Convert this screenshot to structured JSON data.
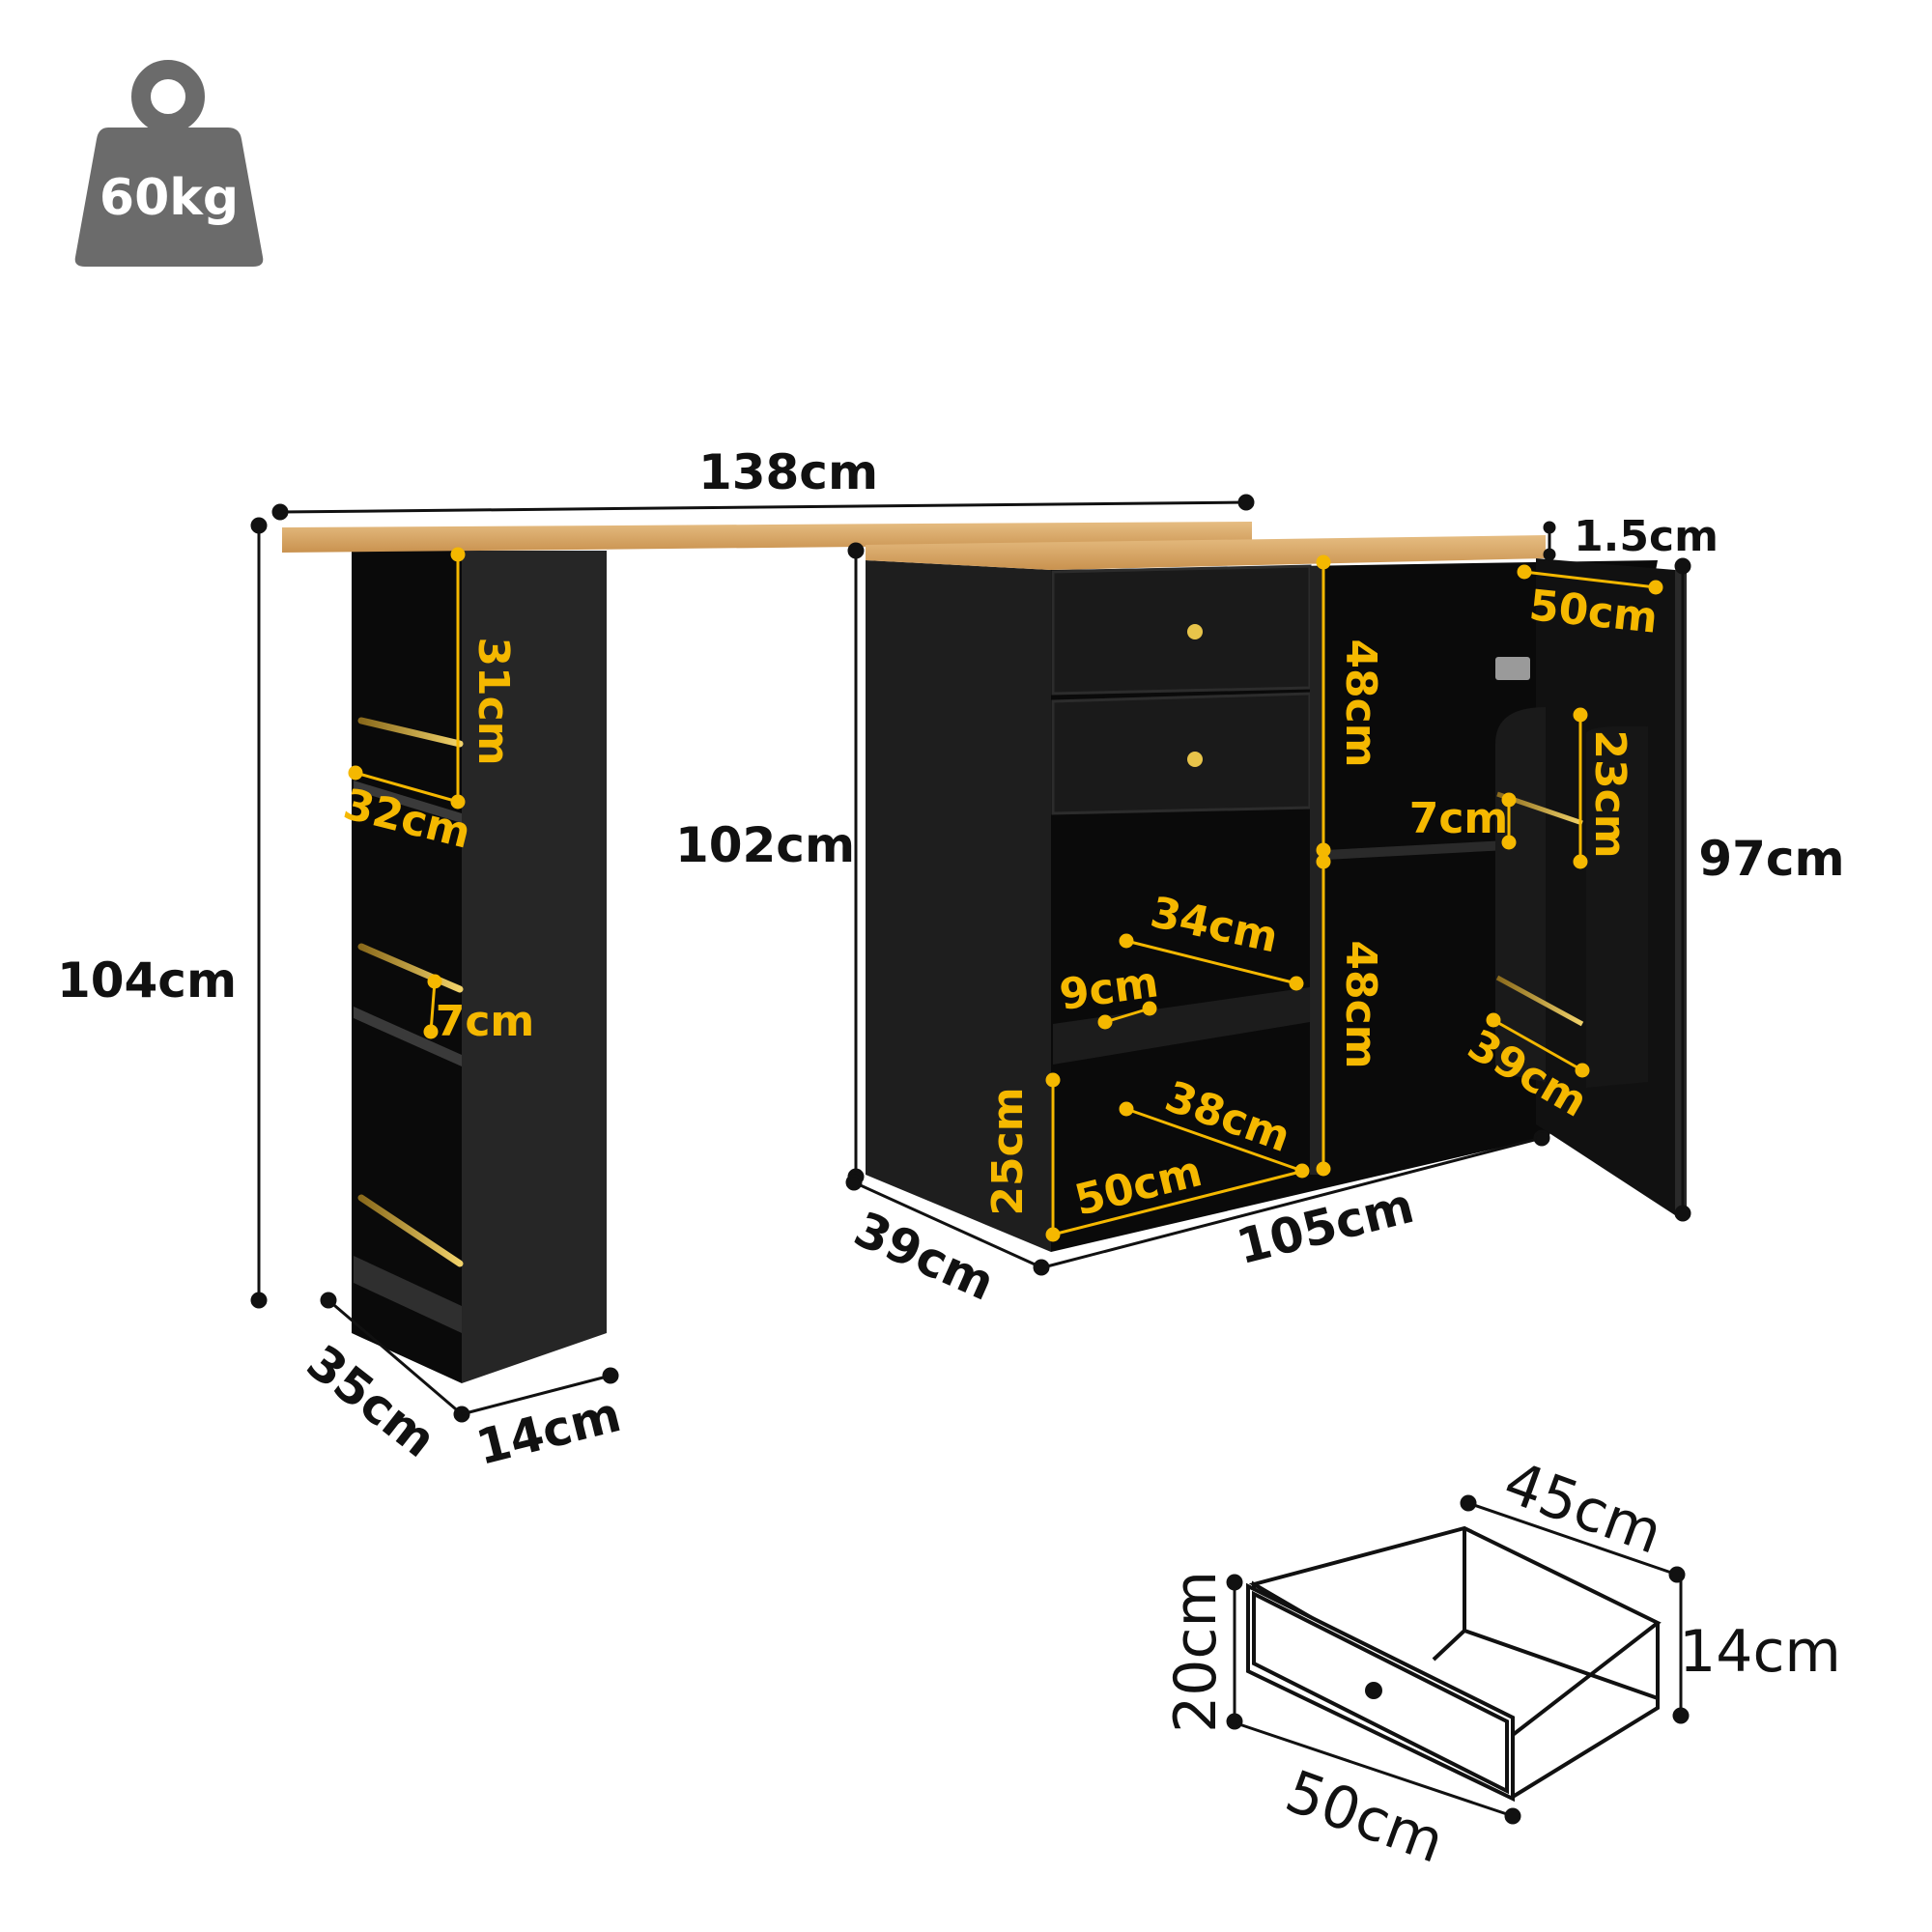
{
  "weight_badge": {
    "label": "60kg",
    "color": "#6b6b6b"
  },
  "colors": {
    "cabinet": "#0c0c0c",
    "cabinet_side": "#262626",
    "wood": "#d9a868",
    "accent_yellow": "#f5b800",
    "dim_line": "#111111"
  },
  "overall": {
    "top_width": "138cm",
    "total_height": "104cm",
    "cabinet_height": "102cm",
    "door_height": "97cm",
    "top_thickness": "1.5cm",
    "cabinet_width": "105cm",
    "cabinet_depth": "39cm",
    "leg_depth": "35cm",
    "leg_width": "14cm"
  },
  "shelf_unit": {
    "upper_compartment_height": "31cm",
    "shelf_depth": "32cm",
    "rail_gap": "7cm"
  },
  "cabinet_interior": {
    "drawer_section_height": "48cm",
    "lower_section_height": "48cm",
    "tray_width": "34cm",
    "tray_slot": "9cm",
    "bottom_compartment_depth": "38cm",
    "bottom_compartment_width": "50cm",
    "bottom_compartment_height": "25cm"
  },
  "door": {
    "width": "50cm",
    "rack_height": "23cm",
    "rail_gap": "7cm",
    "bottom_rack_width": "39cm"
  },
  "drawer": {
    "depth": "45cm",
    "front_height": "20cm",
    "side_height": "14cm",
    "width": "50cm"
  }
}
